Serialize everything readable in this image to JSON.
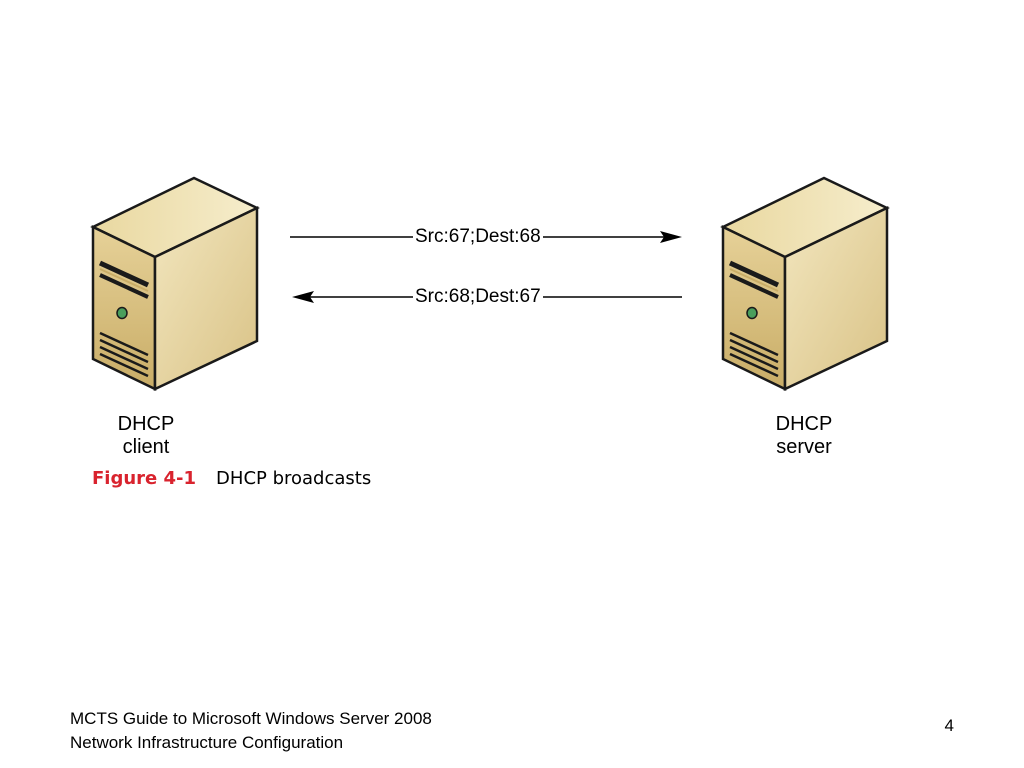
{
  "diagram": {
    "client": {
      "line1": "DHCP",
      "line2": "client"
    },
    "server": {
      "line1": "DHCP",
      "line2": "server"
    },
    "arrows": [
      {
        "label": "Src:67;Dest:68",
        "direction": "client-to-server"
      },
      {
        "label": "Src:68;Dest:67",
        "direction": "server-to-client"
      }
    ],
    "colors": {
      "case_light": "#efe2b5",
      "case_mid": "#d9c286",
      "case_dark": "#a9914e",
      "led": "#4a9e5c"
    }
  },
  "caption": {
    "number": "Figure 4-1",
    "title": "DHCP broadcasts",
    "number_color": "#d9232e"
  },
  "footer": {
    "line1": "MCTS Guide to Microsoft Windows Server 2008",
    "line2": "Network Infrastructure Configuration",
    "page": "4"
  }
}
